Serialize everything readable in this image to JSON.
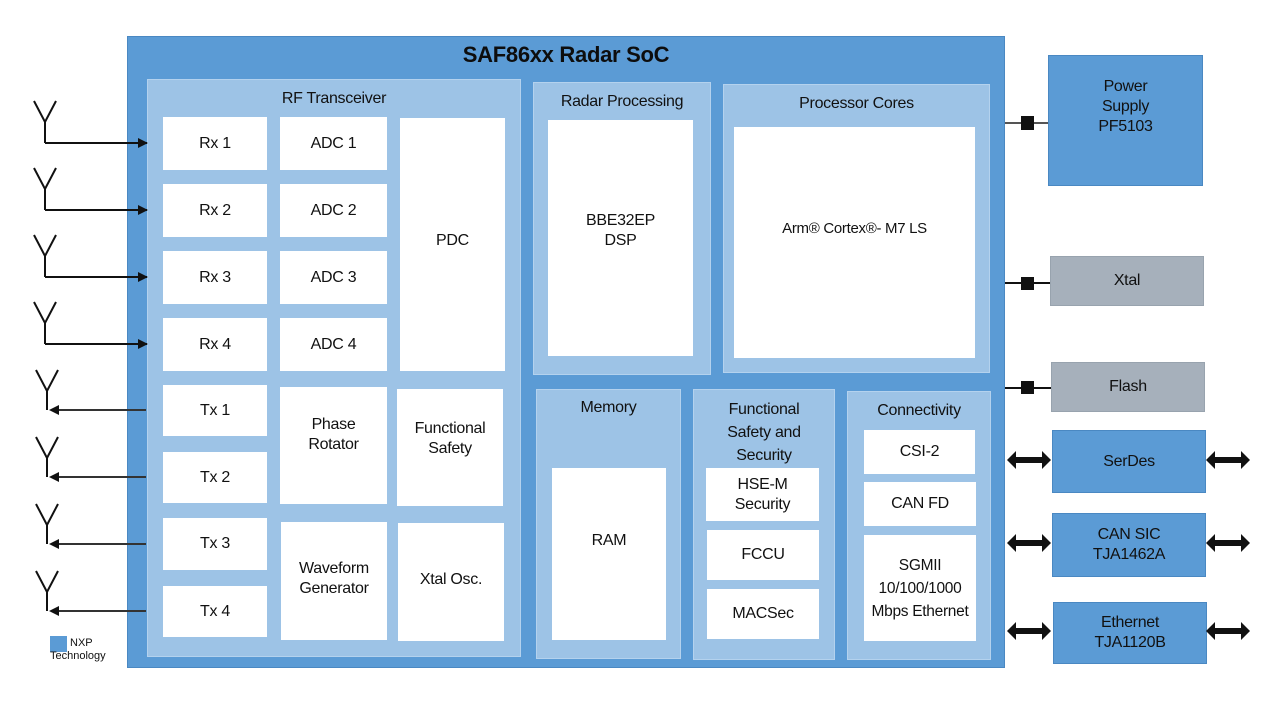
{
  "soc": {
    "title": "SAF86xx Radar SoC",
    "rf_transceiver": {
      "title": "RF Transceiver",
      "rx": [
        "Rx 1",
        "Rx 2",
        "Rx 3",
        "Rx 4"
      ],
      "adc": [
        "ADC 1",
        "ADC 2",
        "ADC 3",
        "ADC 4"
      ],
      "pdc": "PDC",
      "tx": [
        "Tx 1",
        "Tx 2",
        "Tx 3",
        "Tx 4"
      ],
      "phase_rotator": "Phase Rotator",
      "functional_safety": "Functional Safety",
      "waveform_generator": "Waveform Generator",
      "xtal_osc": "Xtal Osc."
    },
    "radar_processing": {
      "title": "Radar Processing",
      "dsp": "BBE32EP DSP"
    },
    "processor_cores": {
      "title": "Processor Cores",
      "core": "Arm® Cortex®- M7 LS"
    },
    "memory": {
      "title": "Memory",
      "ram": "RAM"
    },
    "fusa_security": {
      "title": "Functional Safety and Security",
      "items": [
        "HSE-M Security",
        "FCCU",
        "MACSec"
      ]
    },
    "connectivity": {
      "title": "Connectivity",
      "items": [
        "CSI-2",
        "CAN FD",
        "SGMII 10/100/1000 Mbps Ethernet"
      ]
    }
  },
  "external": {
    "power_supply": "Power Supply PF5103",
    "xtal": "Xtal",
    "flash": "Flash",
    "serdes": "SerDes",
    "can_sic": "CAN SIC TJA1462A",
    "ethernet": "Ethernet TJA1120B"
  },
  "antennas": {
    "rx_count": 4,
    "tx_count": 4
  },
  "legend": {
    "label": "NXP Technology",
    "color": "#5b9bd5"
  },
  "colors": {
    "nxp_blue": "#5b9bd5",
    "panel_light_blue": "#9dc3e6",
    "external_gray": "#a6b0bb"
  }
}
